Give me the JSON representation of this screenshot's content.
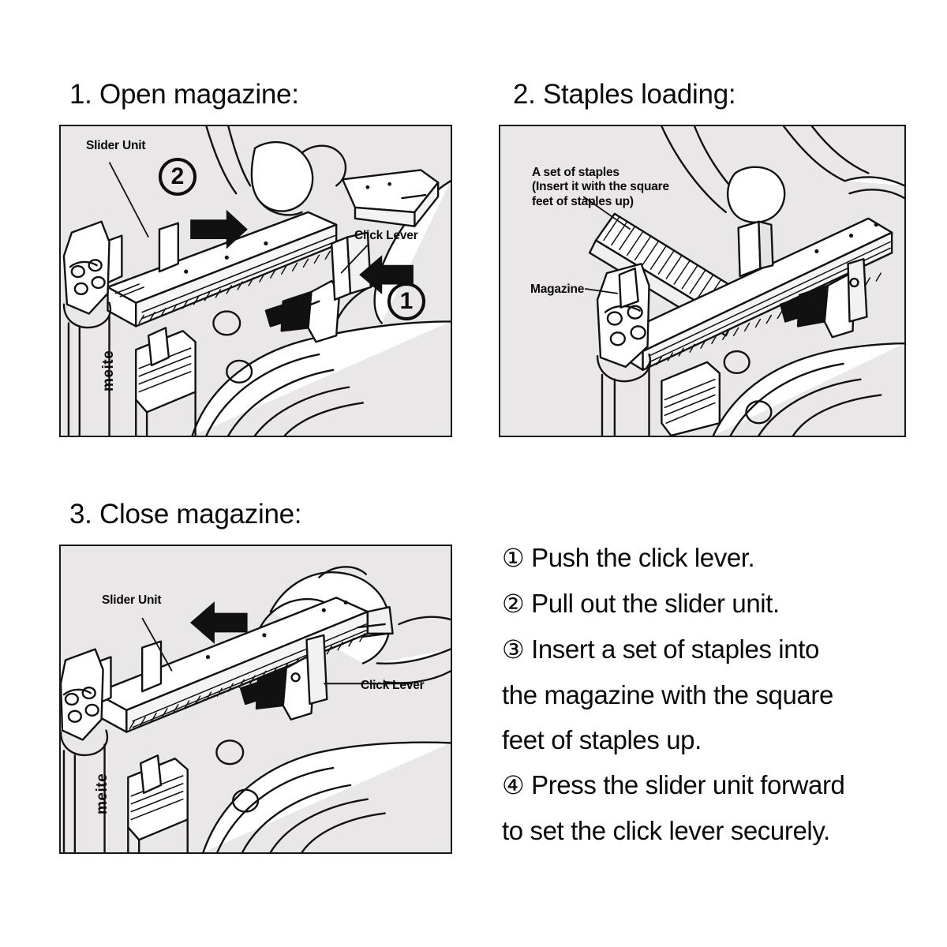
{
  "page": {
    "background": "#ffffff",
    "figure_background": "#e9e7e7",
    "ink_color": "#111111"
  },
  "panels": [
    {
      "id": "open-magazine",
      "title": "1. Open magazine:",
      "brand": "meite",
      "callouts": [
        {
          "name": "slider-unit",
          "text": "Slider Unit"
        },
        {
          "name": "click-lever",
          "text": "Click Lever"
        }
      ],
      "circled_numbers": [
        "2",
        "1"
      ]
    },
    {
      "id": "staples-loading",
      "title": "2. Staples loading:",
      "callouts": [
        {
          "name": "set-of-staples",
          "text": "A set of staples\n(Insert it with the square\nfeet of staples up)"
        },
        {
          "name": "magazine",
          "text": "Magazine"
        }
      ],
      "circled_numbers": []
    },
    {
      "id": "close-magazine",
      "title": "3. Close magazine:",
      "brand": "meite",
      "callouts": [
        {
          "name": "slider-unit",
          "text": "Slider Unit"
        },
        {
          "name": "click-lever",
          "text": "Click Lever"
        }
      ],
      "circled_numbers": []
    }
  ],
  "steps": [
    {
      "marker": "①",
      "text": "Push the click lever."
    },
    {
      "marker": "②",
      "text": "Pull out the slider unit."
    },
    {
      "marker": "③",
      "text": "Insert a set of staples into"
    },
    {
      "marker": "",
      "text": "the magazine with the square"
    },
    {
      "marker": "",
      "text": "feet of staples up."
    },
    {
      "marker": "④",
      "text": "Press the slider unit forward"
    },
    {
      "marker": "",
      "text": "to set the click lever securely."
    }
  ]
}
